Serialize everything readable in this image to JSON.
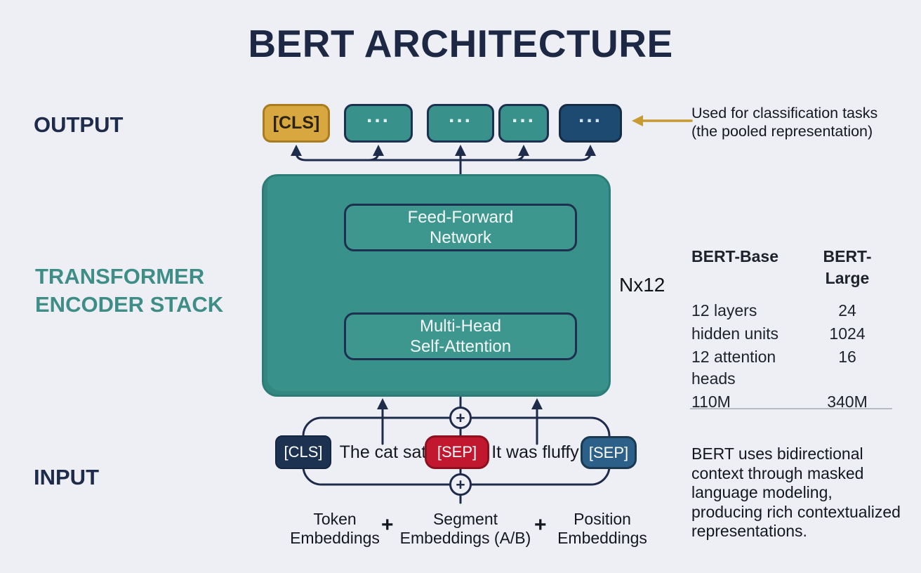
{
  "title": "BERT ARCHITECTURE",
  "section_labels": {
    "output": "OUTPUT",
    "encoder_line1": "TRANSFORMER",
    "encoder_line2": "ENCODER STACK",
    "input": "INPUT"
  },
  "output": {
    "cls": "[CLS]",
    "hidden_dots": "...",
    "annotation_line1": "Used for classification tasks",
    "annotation_line2": "(the pooled representation)"
  },
  "encoder": {
    "ffn_line1": "Feed-Forward",
    "ffn_line2": "Network",
    "mhsa_line1": "Multi-Head",
    "mhsa_line2": "Self-Attention",
    "repeat_label": "Nx12"
  },
  "comparison": {
    "base_header": "BERT-Base",
    "large_header": "BERT-Large",
    "rows": [
      [
        "12 layers",
        "24"
      ],
      [
        "hidden units",
        "1024"
      ],
      [
        "12 attention heads",
        "16"
      ],
      [
        "110M",
        "340M"
      ]
    ]
  },
  "input": {
    "cls": "[CLS]",
    "sentence_a": "The cat sat",
    "sep_a": "[SEP]",
    "sentence_b": "It was fluffy",
    "sep_b": "[SEP]",
    "plus_top": "+",
    "plus_bottom": "+"
  },
  "embeddings": {
    "token_line1": "Token",
    "token_line2": "Embeddings",
    "plus1": "+",
    "segment_line1": "Segment",
    "segment_line2": "Embeddings (A/B)",
    "plus2": "+",
    "position_line1": "Position",
    "position_line2": "Embeddings"
  },
  "note": "BERT uses bidirectional context through masked language modeling, producing rich contextualized representations.",
  "colors": {
    "background": "#edeff4",
    "navy": "#1e2b4a",
    "teal": "#38918a",
    "gold": "#d9a73f",
    "crimson": "#c2182f",
    "steel_blue": "#2d6089",
    "dark_blue_box": "#1d4a70",
    "arrow_gold": "#c79a33"
  }
}
